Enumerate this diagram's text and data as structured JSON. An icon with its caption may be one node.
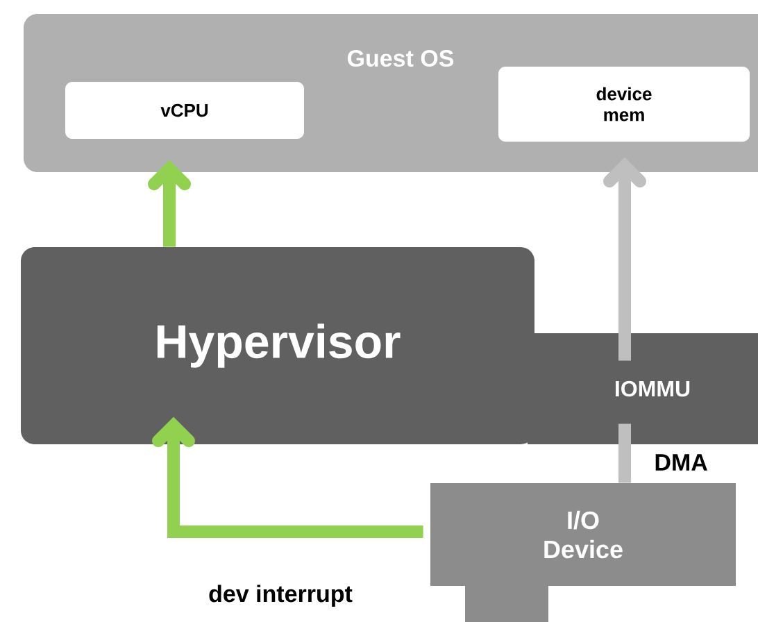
{
  "diagram": {
    "nodes": [
      {
        "text": [
          "Guest OS"
        ]
      },
      {
        "text": [
          "vCPU"
        ],
        "in": 0
      },
      {
        "text": [
          "device mem"
        ],
        "in": 0
      },
      {
        "text": [
          "Hypervisor"
        ]
      },
      {
        "text": [
          "IOMMU"
        ]
      },
      {
        "text": [
          "I/O Device"
        ]
      }
    ],
    "edges": [
      {
        "from": 3,
        "to": 1,
        "arrow": "to",
        "color": "#92d050"
      },
      {
        "from": 5,
        "to": 3,
        "arrow": "to",
        "label": "dev interrupt",
        "color": "#92d050"
      },
      {
        "from": 5,
        "to": 4,
        "arrow": "none",
        "label": "DMA",
        "color": "#bfbfbf"
      },
      {
        "from": 4,
        "to": 2,
        "arrow": "to",
        "color": "#bfbfbf"
      }
    ]
  }
}
